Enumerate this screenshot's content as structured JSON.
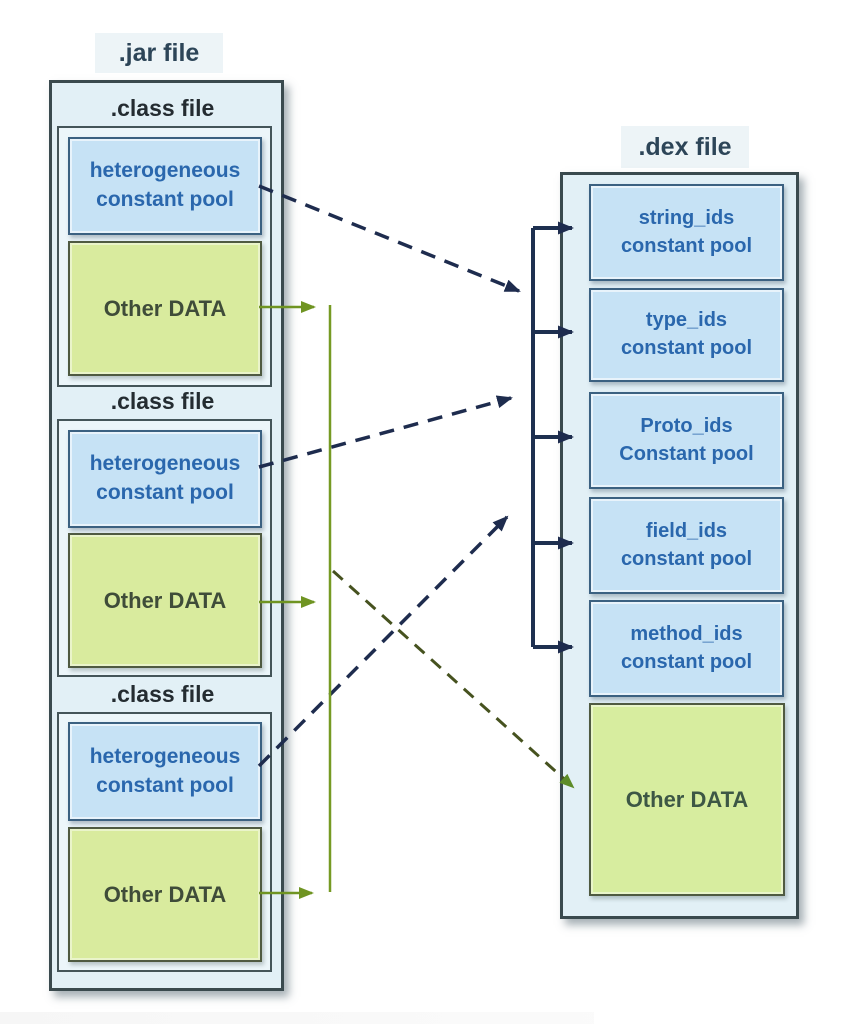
{
  "jar_file": {
    "label": ".jar file",
    "class_files": [
      {
        "label": ".class file",
        "constant_pool": "heterogeneous\nconstant pool",
        "other_data": "Other DATA"
      },
      {
        "label": ".class file",
        "constant_pool": "heterogeneous\nconstant pool",
        "other_data": "Other DATA"
      },
      {
        "label": ".class file",
        "constant_pool": "heterogeneous\nconstant pool",
        "other_data": "Other DATA"
      }
    ]
  },
  "dex_file": {
    "label": ".dex file",
    "id_pools": [
      {
        "label": "string_ids\nconstant pool"
      },
      {
        "label": "type_ids\nconstant pool"
      },
      {
        "label": "Proto_ids\nConstant pool"
      },
      {
        "label": "field_ids\nconstant pool"
      },
      {
        "label": "method_ids\nconstant pool"
      }
    ],
    "other_data": "Other DATA"
  },
  "colors": {
    "outer_box_fill": "#e2f0f6",
    "outer_box_border": "#3a4a4e",
    "pool_box_fill": "#c6e2f5",
    "pool_box_border": "#3b6181",
    "pool_box_text": "#2a67ad",
    "data_box_fill": "#d9eb9e",
    "data_box_border": "#4f5a41",
    "data_box_text": "#3f4c39",
    "label_text": "#2d4558",
    "label_background": "#edf4f7",
    "navy_arrow": "#1e2c4e",
    "green_arrow": "#6f9422",
    "dark_green_dashed": "#46521f"
  }
}
